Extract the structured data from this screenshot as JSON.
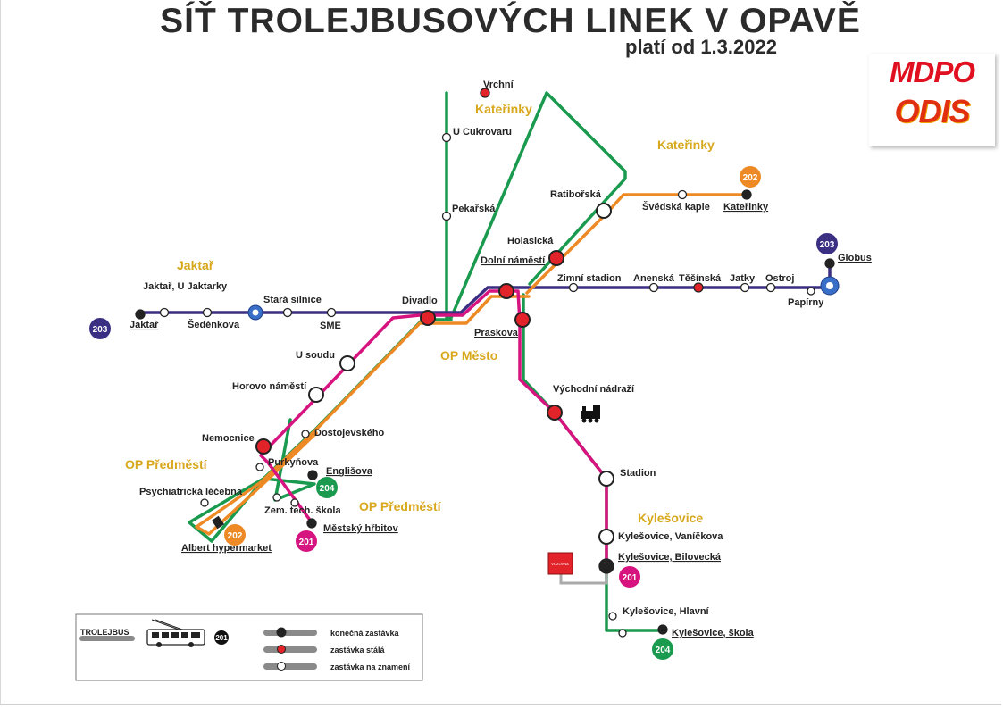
{
  "header": {
    "title": "SÍŤ TROLEJBUSOVÝCH LINEK V OPAVĚ",
    "valid_from": "platí od 1.3.2022",
    "logo_operator": "MDPO",
    "logo_system": "ODIS"
  },
  "colors": {
    "line_201": "#d6137f",
    "line_202": "#ee8a25",
    "line_203": "#3b2f84",
    "line_204": "#1a9a4e",
    "stop_fixed": "#e3232a",
    "district_label": "#d8a81c"
  },
  "districts": [
    "Jaktař",
    "Kateřinky",
    "Kateřinky",
    "OP Město",
    "OP Předměstí",
    "OP Předměstí",
    "Kylešovice"
  ],
  "stops": [
    "Vrchní",
    "U Cukrovaru",
    "Pekařská",
    "Ratibořská",
    "Švédská kaple",
    "Kateřinky",
    "Holasická",
    "Dolní náměstí",
    "Zimní stadion",
    "Anenská",
    "Těšínská",
    "Jatky",
    "Ostroj",
    "Globus",
    "Papírny",
    "Jaktař, U Jaktarky",
    "Jaktař",
    "Šeděnkova",
    "Stará silnice",
    "SME",
    "Divadlo",
    "Praskova",
    "U soudu",
    "Horovo náměstí",
    "Dostojevského",
    "Nemocnice",
    "Purkyňova",
    "Englišova",
    "Psychiatrická léčebna",
    "Zem. tech. škola",
    "Městský hřbitov",
    "Albert hypermarket",
    "Východní nádraží",
    "Stadion",
    "Kylešovice, Vaníčkova",
    "Kylešovice, Bilovecká",
    "Kylešovice, Hlavní",
    "Kylešovice, škola"
  ],
  "line_badges": [
    "203",
    "202",
    "203",
    "204",
    "201",
    "202",
    "201",
    "204"
  ],
  "depot_label": "VOZOVNA MDPO a.s.",
  "legend": {
    "mode": "TROLEJBUS",
    "line_example": "201",
    "items": [
      "konečná zastávka",
      "zastávka stálá",
      "zastávka na znamení"
    ]
  }
}
